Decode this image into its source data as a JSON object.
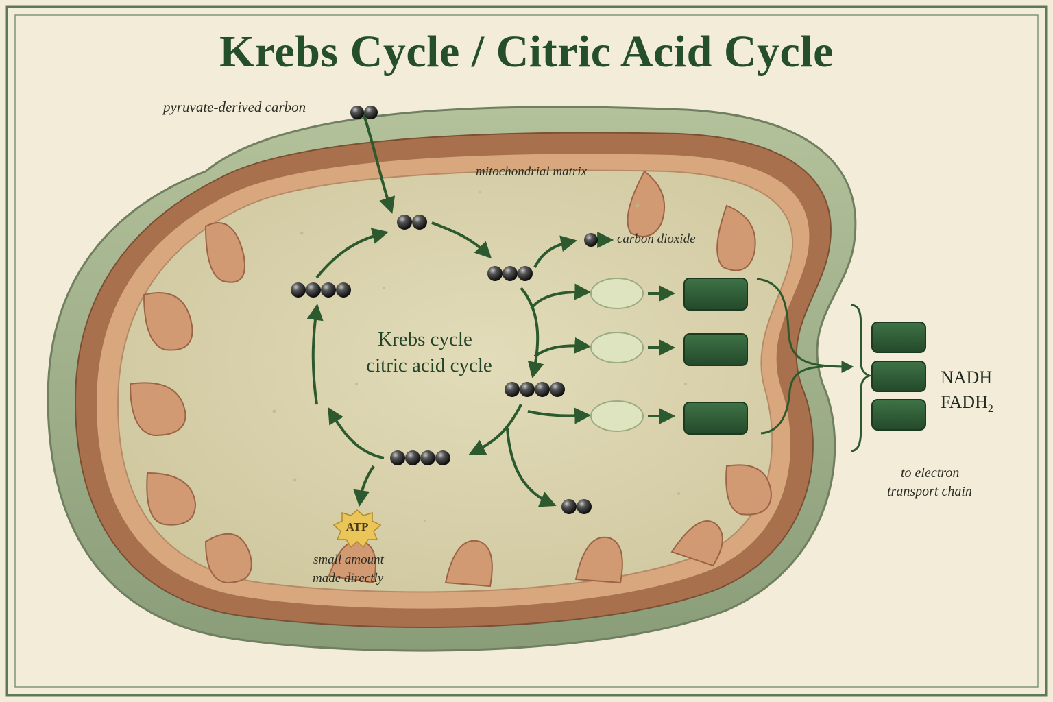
{
  "title": "Krebs Cycle / Citric Acid Cycle",
  "labels": {
    "input": "pyruvate-derived carbon",
    "matrix": "mitochondrial matrix",
    "co2": "carbon dioxide",
    "cycle_line1": "Krebs cycle",
    "cycle_line2": "citric acid cycle",
    "atp": "ATP",
    "atp_note_line1": "small amount",
    "atp_note_line2": "made directly",
    "carriers_line1": "NADH",
    "carriers_line2_base": "FADH",
    "carriers_line2_sub": "2",
    "etc_line1": "to electron",
    "etc_line2": "transport chain"
  },
  "colors": {
    "title": "#244f2a",
    "background": "#f3ecd9",
    "matrix": "#d8d2ad",
    "membrane_outer": "#9fb08a",
    "cristae": "#c98f6a",
    "carrier_box": "#2f5e36",
    "carrier_oval": "#dfe4c0",
    "arrow": "#2c5a2e",
    "atp_star": "#e9c55a"
  }
}
